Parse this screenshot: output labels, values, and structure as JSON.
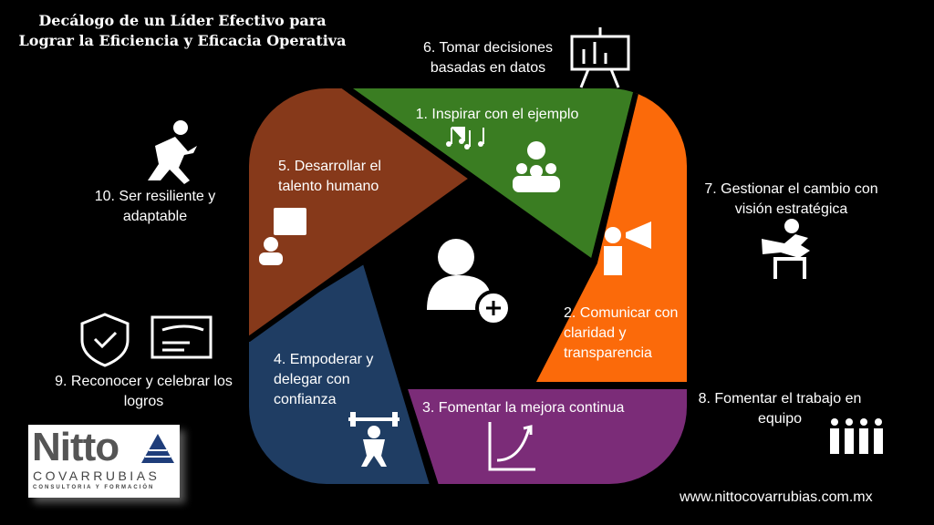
{
  "title": "Decálogo de un Líder Efectivo para Lograr la Eficiencia y Eficacia Operativa",
  "items": [
    {
      "label": "1. Inspirar con el ejemplo",
      "color": "#3a7d22",
      "icon": "music-team-idea-icon"
    },
    {
      "label": "2. Comunicar con claridad y transparencia",
      "color": "#fb6a0a",
      "icon": "megaphone-person-icon"
    },
    {
      "label": "3. Fomentar la mejora continua",
      "color": "#7b2c78",
      "icon": "growth-chart-icon"
    },
    {
      "label": "4. Empoderar y delegar con confianza",
      "color": "#1f3d63",
      "icon": "weightlifter-icon"
    },
    {
      "label": "5. Desarrollar el talento humano",
      "color": "#86391a",
      "icon": "person-idea-icon"
    },
    {
      "label": "6. Tomar decisiones basadas en datos",
      "icon": "presentation-chart-icon"
    },
    {
      "label": "7. Gestionar el cambio con visión estratégica",
      "icon": "hurdle-jumper-icon"
    },
    {
      "label": "8. Fomentar el trabajo en equipo",
      "icon": "team-cheer-icon"
    },
    {
      "label": "9. Reconocer y celebrar los logros",
      "icon": "shield-check-certificate-icon"
    },
    {
      "label": "10. Ser resiliente y adaptable",
      "icon": "runner-icon"
    }
  ],
  "logo": {
    "name": "Nitto",
    "sub": "COVARRUBIAS",
    "tag": "CONSULTORIA Y FORMACIÓN"
  },
  "url": "www.nittocovarrubias.com.mx"
}
